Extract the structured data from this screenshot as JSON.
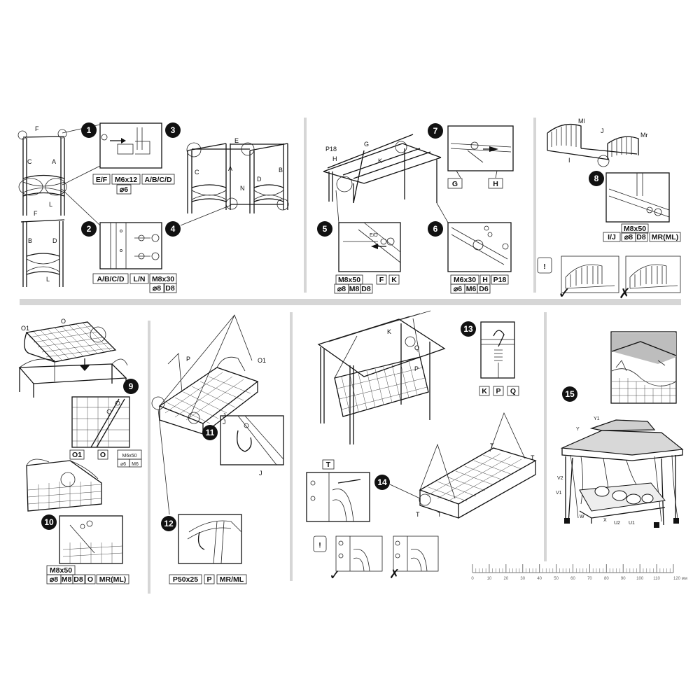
{
  "parts": {
    "s1": [
      "E/F",
      "M6x12",
      "A/B/C/D",
      "⌀6"
    ],
    "s2": [
      "A/B/C/D",
      "L/N",
      "M8x30",
      "⌀8",
      "D8"
    ],
    "s5": [
      "M8x50",
      "F",
      "K",
      "⌀8",
      "M8",
      "D8"
    ],
    "s6": [
      "M6x30",
      "H",
      "P18",
      "⌀6",
      "M6",
      "D6"
    ],
    "s7": [
      "G",
      "H"
    ],
    "s8": [
      "I/J",
      "M8x50",
      "⌀8",
      "D8",
      "MR(ML)"
    ],
    "s9": [
      "O1",
      "O",
      "M6x50",
      "⌀6",
      "M6"
    ],
    "s10": [
      "M8x50",
      "⌀8",
      "M8",
      "D8",
      "O",
      "MR(ML)"
    ],
    "s12": [
      "P50x25",
      "P",
      "MR/ML"
    ],
    "s13": [
      "K",
      "P",
      "Q"
    ]
  },
  "steps": [
    "1",
    "2",
    "3",
    "4",
    "5",
    "6",
    "7",
    "8",
    "9",
    "10",
    "11",
    "12",
    "13",
    "14",
    "15"
  ],
  "letters": {
    "a": {
      "F": "F",
      "C": "C",
      "A": "A",
      "L": "L",
      "B": "B",
      "D": "D",
      "E": "E",
      "N": "N"
    },
    "b": {
      "P18": "P18",
      "G": "G",
      "H": "H",
      "K": "K",
      "E_D": "E/D"
    },
    "c": {
      "MI": "Ml",
      "J": "J",
      "Mr": "Mr",
      "I": "I"
    },
    "d": {
      "O": "O",
      "O1": "O1"
    },
    "e": {
      "P": "P",
      "O1": "O1",
      "J": "J"
    },
    "f": {
      "K": "K",
      "Q": "Q",
      "P": "P",
      "T": "T"
    },
    "g": {
      "Y1": "Y1",
      "Y": "Y",
      "V2": "V2",
      "V1": "V1",
      "W": "W",
      "X": "X",
      "U2": "U2",
      "U1": "U1"
    }
  },
  "warning_icon": "!",
  "ok_mark": "✓",
  "no_mark": "✗",
  "ruler": {
    "ticks": [
      "0",
      "10",
      "20",
      "30",
      "40",
      "50",
      "60",
      "70",
      "80",
      "90",
      "100",
      "110",
      "120 мм"
    ]
  }
}
